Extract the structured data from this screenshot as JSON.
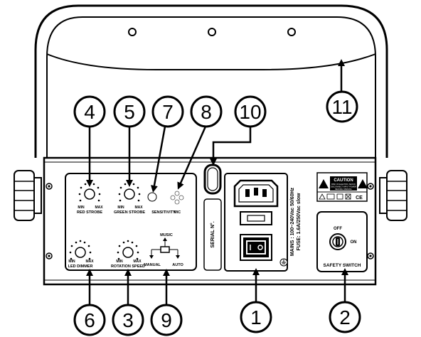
{
  "knobs": {
    "red_strobe": {
      "min": "MIN",
      "max": "MAX",
      "label": "RED STROBE"
    },
    "green_strobe": {
      "min": "MIN",
      "max": "MAX",
      "label": "GREEN STROBE"
    },
    "led_dimmer": {
      "min": "MIN",
      "max": "MAX",
      "label": "LED DIMMER"
    },
    "rotation_speed": {
      "min": "MIN",
      "max": "MAX",
      "label": "ROTATION SPEED"
    }
  },
  "sensitivity_label": "SENSITIVITY",
  "mic_label": "MIC",
  "mode_switch": {
    "top": "MUSIC",
    "left": "MANUAL",
    "right": "AUTO"
  },
  "serial_label": "SERIAL N°.",
  "mains_text": {
    "line1": "MAINS : 100~240Vac 50/60Hz",
    "line2": "FUSE: 1.6A/250Vac slow"
  },
  "caution": {
    "title": "CAUTION",
    "line1": "RISK OF ELECTRIC SHOCK",
    "line2": "DISCONNECT INPUT POWER",
    "line3": "BEFORE OPENING"
  },
  "safety_switch": {
    "off": "OFF",
    "on": "ON",
    "label": "SAFETY SWITCH"
  },
  "callouts": [
    "1",
    "2",
    "3",
    "4",
    "5",
    "6",
    "7",
    "8",
    "9",
    "10",
    "11"
  ]
}
